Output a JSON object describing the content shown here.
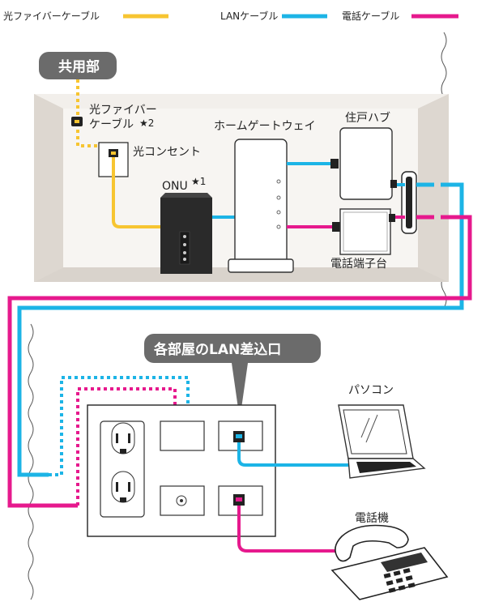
{
  "legend": {
    "fiber_label": "光ファイバーケーブル",
    "lan_label": "LANケーブル",
    "phone_label": "電話ケーブル"
  },
  "colors": {
    "fiber": "#f7c531",
    "lan": "#1cb4e6",
    "phone": "#e6198d",
    "callout_bg": "#6b6b6b",
    "wall": "#ece8e3"
  },
  "labels": {
    "common_area": "共用部",
    "fiber_cable_line1": "光ファイバー",
    "fiber_cable_line2": "ケーブル",
    "fiber_cable_mark": "★2",
    "optical_outlet": "光コンセント",
    "onu": "ONU",
    "onu_mark": "★1",
    "home_gateway": "ホームゲートウェイ",
    "residence_hub": "住戸ハブ",
    "phone_terminal": "電話端子台",
    "room_lan_outlet": "各部屋のLAN差込口",
    "pc": "パソコン",
    "telephone": "電話機"
  },
  "icons": [
    "fiber-connector-icon",
    "optical-outlet-icon",
    "onu-icon",
    "home-gateway-icon",
    "hub-icon",
    "terminal-block-icon",
    "wall-outlet-icon",
    "laptop-icon",
    "telephone-icon"
  ]
}
